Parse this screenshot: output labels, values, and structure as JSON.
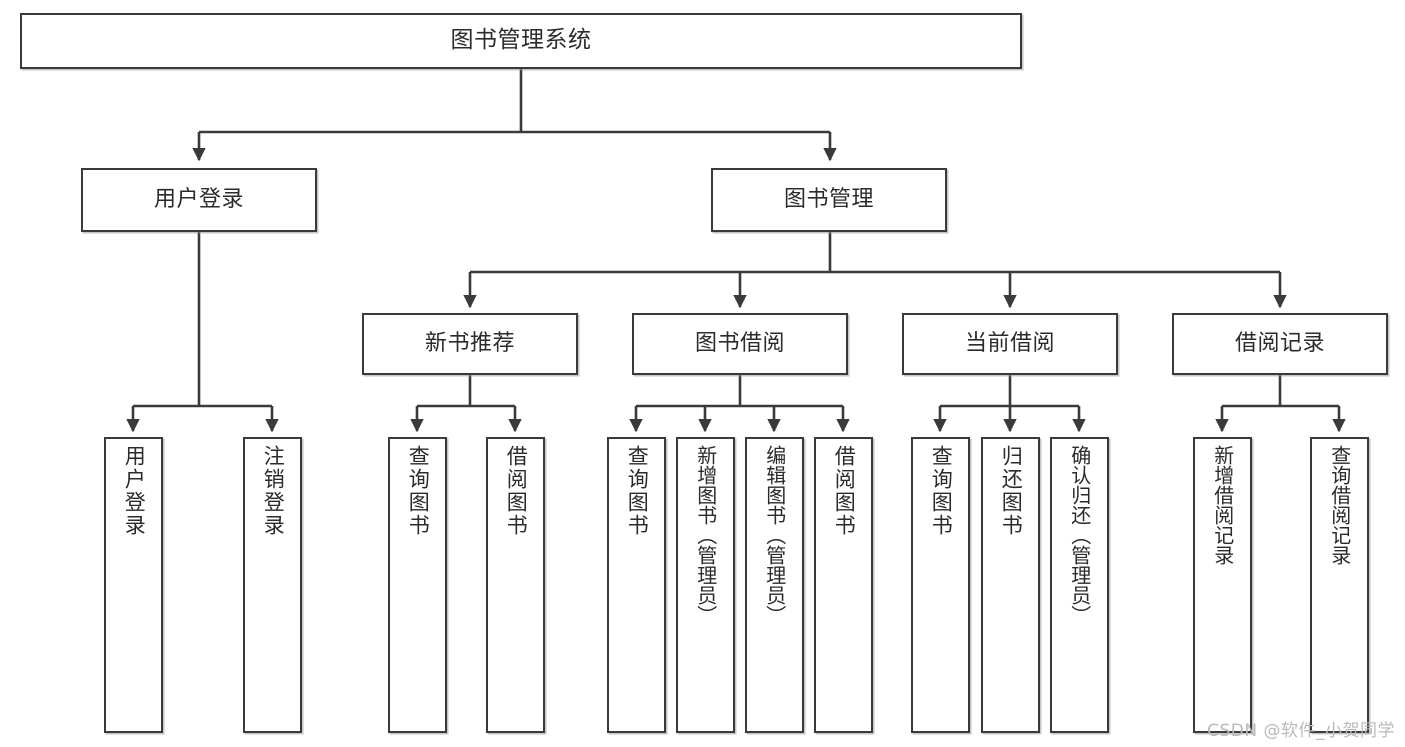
{
  "diagram": {
    "title": "图书管理系统",
    "type": "tree",
    "watermark": "CSDN @软件_小贺同学",
    "colors": {
      "border": "#3a3a3a",
      "background": "#ffffff",
      "text": "#2b2b2b",
      "edge": "#3a3a3a",
      "watermark": "#b9b9b9"
    },
    "nodes": {
      "root": {
        "label": "图书管理系统"
      },
      "level1": [
        {
          "id": "user-login",
          "label": "用户登录"
        },
        {
          "id": "book-manage",
          "label": "图书管理"
        }
      ],
      "level2": [
        {
          "id": "new-book-recommend",
          "label": "新书推荐"
        },
        {
          "id": "book-borrow",
          "label": "图书借阅"
        },
        {
          "id": "current-borrow",
          "label": "当前借阅"
        },
        {
          "id": "borrow-record",
          "label": "借阅记录"
        }
      ],
      "leaves": {
        "user-login": [
          {
            "id": "leaf-user-login",
            "label": "用户登录"
          },
          {
            "id": "leaf-logout",
            "label": "注销登录"
          }
        ],
        "new-book-recommend": [
          {
            "id": "leaf-query-book-1",
            "label": "查询图书"
          },
          {
            "id": "leaf-borrow-book-1",
            "label": "借阅图书"
          }
        ],
        "book-borrow": [
          {
            "id": "leaf-query-book-2",
            "label": "查询图书"
          },
          {
            "id": "leaf-add-book",
            "label": "新增图书（管理员）"
          },
          {
            "id": "leaf-edit-book",
            "label": "编辑图书（管理员）"
          },
          {
            "id": "leaf-borrow-book-2",
            "label": "借阅图书"
          }
        ],
        "current-borrow": [
          {
            "id": "leaf-query-book-3",
            "label": "查询图书"
          },
          {
            "id": "leaf-return-book",
            "label": "归还图书"
          },
          {
            "id": "leaf-confirm-return",
            "label": "确认归还（管理员）"
          }
        ],
        "borrow-record": [
          {
            "id": "leaf-add-record",
            "label": "新增借阅记录"
          },
          {
            "id": "leaf-query-record",
            "label": "查询借阅记录"
          }
        ]
      }
    }
  }
}
